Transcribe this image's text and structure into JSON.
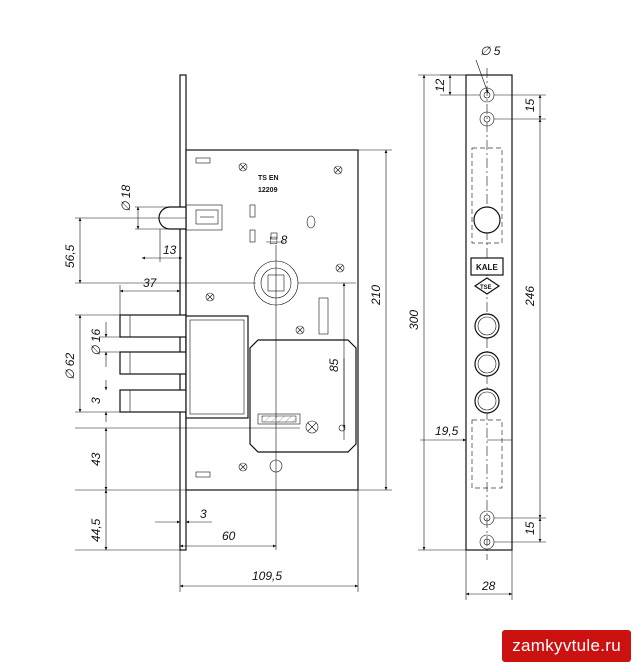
{
  "drawing": {
    "dimensions": {
      "d18": "∅ 18",
      "d13": "13",
      "d8": "□ 8",
      "d56_5": "56,5",
      "d37": "37",
      "d16": "∅ 16",
      "d62": "∅ 62",
      "d3_side": "3",
      "d85": "85",
      "d210": "210",
      "d300": "300",
      "d43": "43",
      "d44_5": "44,5",
      "d3_bottom": "3",
      "d60": "60",
      "d109_5": "109,5",
      "d5": "∅ 5",
      "d12": "12",
      "d15_top": "15",
      "d246": "246",
      "d19_5": "19,5",
      "d15_bottom": "15",
      "d28": "28"
    },
    "markings": {
      "standard_line1": "TS EN",
      "standard_line2": "12209",
      "brand": "KALE",
      "brand_sub": "TSE"
    }
  },
  "watermark": "zamkyvtule.ru"
}
